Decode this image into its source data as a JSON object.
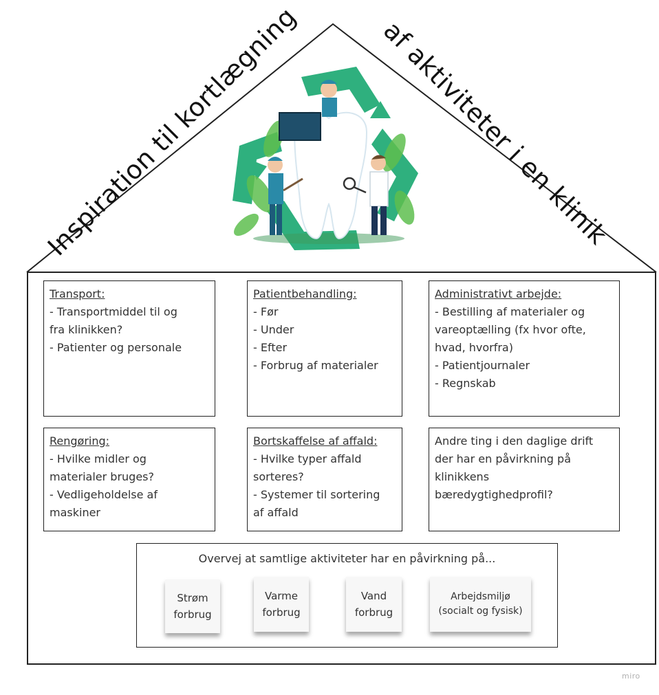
{
  "roof": {
    "title_left": "Inspiration til kortlægning",
    "title_right": "af aktiviteter i en klinik"
  },
  "colors": {
    "recycle_green": "#2fb07e",
    "leaf_green": "#5fbf4f",
    "outline": "#222222",
    "note_bg": "#f7f7f7"
  },
  "illustration": {
    "name": "recycling-tooth-dentists-illustration"
  },
  "cards": {
    "transport": {
      "heading": "Transport:",
      "lines": [
        "- Transportmiddel til og",
        "fra klinikken?",
        "- Patienter og personale"
      ]
    },
    "patient": {
      "heading": "Patientbehandling:",
      "lines": [
        "- Før",
        "- Under",
        "- Efter",
        "- Forbrug af materialer"
      ]
    },
    "admin": {
      "heading": "Administrativt arbejde:",
      "lines": [
        "- Bestilling af materialer og",
        "vareoptælling (fx hvor ofte,",
        "hvad, hvorfra)",
        "- Patientjournaler",
        "- Regnskab"
      ]
    },
    "cleaning": {
      "heading": "Rengøring:",
      "lines": [
        "- Hvilke midler og",
        "materialer bruges?",
        "- Vedligeholdelse af",
        "maskiner"
      ]
    },
    "waste": {
      "heading": "Bortskaffelse af affald:",
      "lines": [
        "- Hvilke typer affald",
        "sorteres?",
        "- Systemer til sortering",
        "af affald"
      ]
    },
    "other": {
      "lines": [
        "Andre ting i den daglige drift",
        "der har en påvirkning på",
        "klinikkens",
        "bæredygtighedprofil?"
      ]
    }
  },
  "consider": {
    "text": "Overvej at samtlige aktiviteter har en påvirkning på...",
    "notes": {
      "power": [
        "Strøm",
        "forbrug"
      ],
      "heat": [
        "Varme",
        "forbrug"
      ],
      "water": [
        "Vand",
        "forbrug"
      ],
      "work": [
        "Arbejdsmiljø",
        "(socialt og fysisk)"
      ]
    }
  },
  "watermark": "miro"
}
